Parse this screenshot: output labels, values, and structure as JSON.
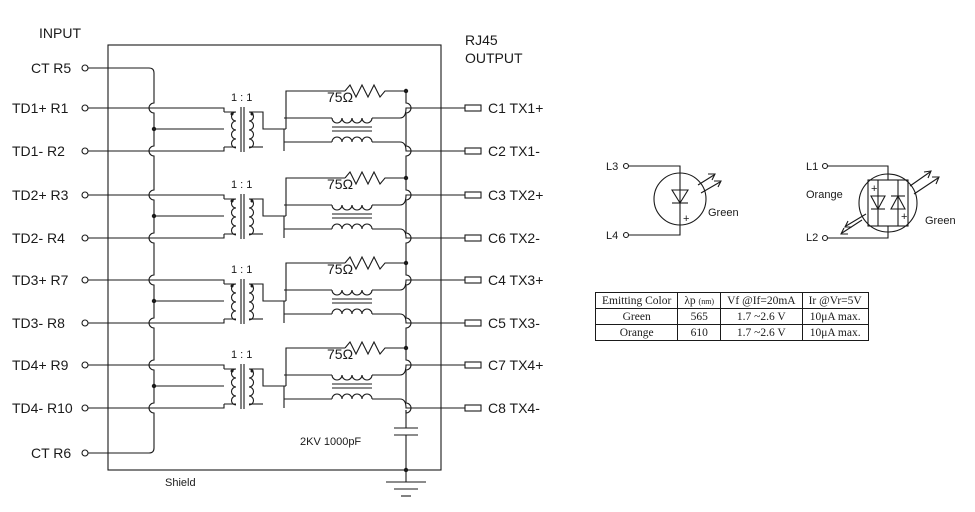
{
  "labels": {
    "input": "INPUT",
    "output_line1": "RJ45",
    "output_line2": "OUTPUT",
    "shield": "Shield",
    "capacitor": "2KV  1000pF"
  },
  "channels": [
    {
      "ratio": "1 : 1",
      "resistor": "75Ω",
      "in_pos": "TD1+  R1",
      "in_neg": "TD1-  R2",
      "out_pos": "C1  TX1+",
      "out_neg": "C2  TX1-"
    },
    {
      "ratio": "1 : 1",
      "resistor": "75Ω",
      "in_pos": "TD2+  R3",
      "in_neg": "TD2-  R4",
      "out_pos": "C3  TX2+",
      "out_neg": "C6  TX2-"
    },
    {
      "ratio": "1 : 1",
      "resistor": "75Ω",
      "in_pos": "TD3+  R7",
      "in_neg": "TD3-  R8",
      "out_pos": "C4  TX3+",
      "out_neg": "C5  TX3-"
    },
    {
      "ratio": "1 : 1",
      "resistor": "75Ω",
      "in_pos": "TD4+  R9",
      "in_neg": "TD4-  R10",
      "out_pos": "C7  TX4+",
      "out_neg": "C8  TX4-"
    }
  ],
  "ct_top": "CT  R5",
  "ct_bottom": "CT  R6",
  "led_single": {
    "pin_top": "L3",
    "pin_bottom": "L4",
    "color": "Green",
    "sign": "+"
  },
  "led_dual": {
    "pin_top": "L1",
    "pin_bottom": "L2",
    "color_left": "Orange",
    "color_right": "Green",
    "sign": "+"
  },
  "spec_table": {
    "headers": [
      "Emitting Color",
      "λp",
      "(nm)",
      "Vf @If=20mA",
      "Ir @Vr=5V"
    ],
    "rows": [
      [
        "Green",
        "565",
        "1.7 ~2.6 V",
        "10μA max."
      ],
      [
        "Orange",
        "610",
        "1.7 ~2.6 V",
        "10μA max."
      ]
    ]
  }
}
